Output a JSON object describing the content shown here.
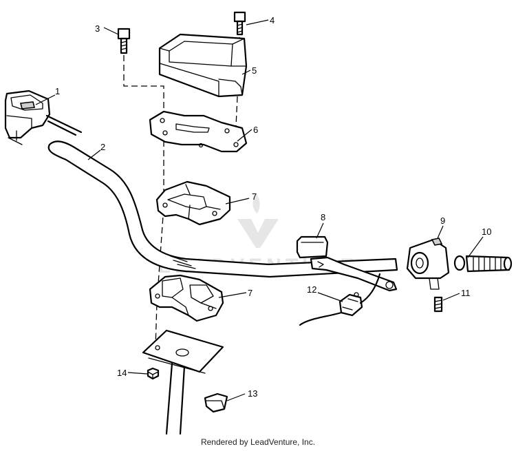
{
  "callouts": [
    {
      "number": "1"
    },
    {
      "number": "2"
    },
    {
      "number": "3"
    },
    {
      "number": "4"
    },
    {
      "number": "5"
    },
    {
      "number": "6"
    },
    {
      "number": "7"
    },
    {
      "number": "7"
    },
    {
      "number": "8"
    },
    {
      "number": "9"
    },
    {
      "number": "10"
    },
    {
      "number": "11"
    },
    {
      "number": "12"
    },
    {
      "number": "13"
    },
    {
      "number": "14"
    }
  ],
  "watermark": {
    "text": "LEADVENTURE"
  },
  "footer": {
    "credit": "Rendered by LeadVenture, Inc."
  }
}
